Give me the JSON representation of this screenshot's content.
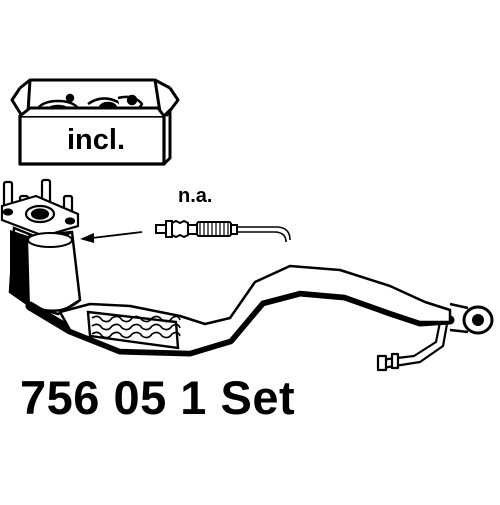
{
  "labels": {
    "included": "incl.",
    "not_available": "n.a.",
    "part_number": "756 05 1 Set"
  },
  "icons": {
    "gasket_box": "mounting-kit-box-icon",
    "lambda_sensor": "lambda-sensor-icon",
    "catalytic_converter": "catalytic-converter-icon",
    "pipe": "exhaust-pipe-icon"
  },
  "colors": {
    "ink": "#000000",
    "paper": "#ffffff"
  }
}
